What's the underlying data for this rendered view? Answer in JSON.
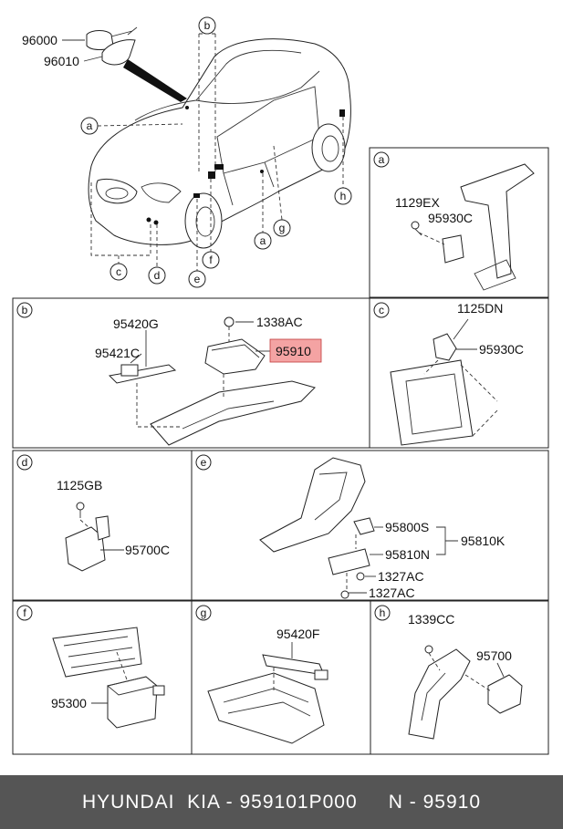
{
  "callouts": {
    "a": "a",
    "b": "b",
    "c": "c",
    "d": "d",
    "e": "e",
    "f": "f",
    "g": "g",
    "h": "h"
  },
  "overview": {
    "part_96000": "96000",
    "part_96010": "96010"
  },
  "panel_a": {
    "letter": "a",
    "part_1129EX": "1129EX",
    "part_95930C": "95930C"
  },
  "panel_b": {
    "letter": "b",
    "part_95420G": "95420G",
    "part_95421C": "95421C",
    "part_1338AC": "1338AC",
    "part_95910": "95910"
  },
  "panel_c": {
    "letter": "c",
    "part_1125DN": "1125DN",
    "part_95930C": "95930C"
  },
  "panel_d": {
    "letter": "d",
    "part_1125GB": "1125GB",
    "part_95700C": "95700C"
  },
  "panel_e": {
    "letter": "e",
    "part_95800S": "95800S",
    "part_95810N": "95810N",
    "part_95810K": "95810K",
    "part_1327AC_1": "1327AC",
    "part_1327AC_2": "1327AC"
  },
  "panel_f": {
    "letter": "f",
    "part_95300": "95300"
  },
  "panel_g": {
    "letter": "g",
    "part_95420F": "95420F"
  },
  "panel_h": {
    "letter": "h",
    "part_1339CC": "1339CC",
    "part_95700": "95700"
  },
  "colors": {
    "highlight_fill": "#f4a3a3",
    "highlight_stroke": "#c23b3b",
    "footer_bg": "#555555",
    "footer_text": "#ffffff"
  },
  "footer": {
    "text": "HYUNDAI  KIA - 959101P000     N - 95910"
  }
}
